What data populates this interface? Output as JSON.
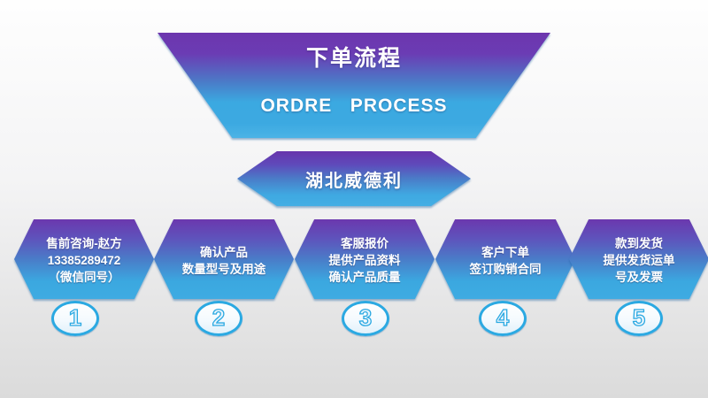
{
  "slide": {
    "title_shape": {
      "title": "下单流程",
      "subtitle": "ORDRE   PROCESS"
    },
    "company_banner": {
      "label": "湖北威德利"
    },
    "steps": [
      {
        "number": "1",
        "lines": [
          "售前咨询-赵方",
          "13385289472",
          "（微信同号）"
        ]
      },
      {
        "number": "2",
        "lines": [
          "确认产品",
          "数量型号及用途"
        ]
      },
      {
        "number": "3",
        "lines": [
          "客服报价",
          "提供产品资料",
          "确认产品质量"
        ]
      },
      {
        "number": "4",
        "lines": [
          "客户下单",
          "签订购销合同"
        ]
      },
      {
        "number": "5",
        "lines": [
          "款到发货",
          "提供发货运单",
          "号及发票"
        ]
      }
    ],
    "colors": {
      "shape_gradient_top": "#6B38AE",
      "shape_gradient_bottom": "#3BA9E1",
      "circle_border": "#2BA9E2",
      "text": "#FFFFFF",
      "background_top": "#FEFEFE",
      "background_bottom": "#DBDBDB"
    }
  }
}
